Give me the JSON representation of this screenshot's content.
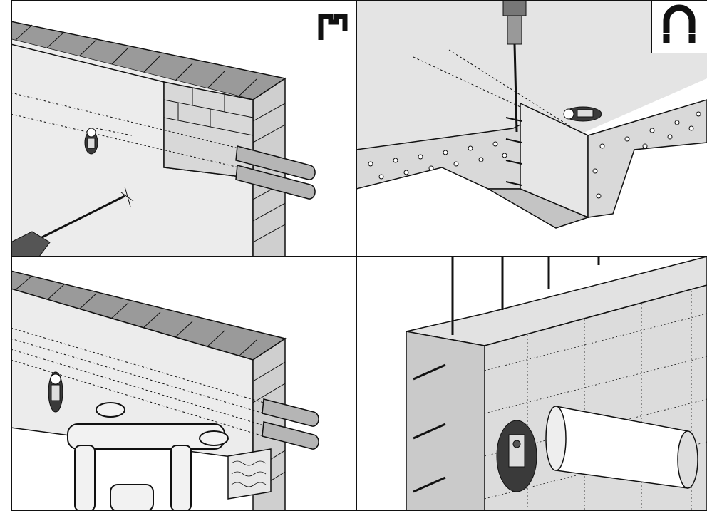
{
  "figure": {
    "panels": [
      {
        "id": "p1",
        "scene": "brick-wall-detector-scan-drilling",
        "badge_icon": "corner-hook-icon"
      },
      {
        "id": "p2",
        "scene": "metal-stud-detector-scan-drilling",
        "badge_icon": "magnet-icon"
      },
      {
        "id": "p3",
        "scene": "brick-wall-detector-scan-cored-drilling"
      },
      {
        "id": "p4",
        "scene": "concrete-block-detector-scan-core-drilling"
      }
    ],
    "colors": {
      "line": "#111111",
      "wall_face": "#ececec",
      "brick_top": "#9a9a9a",
      "brick_face": "#cfcfcf",
      "metal": "#d9d9d9",
      "concrete": "#dcdcdc",
      "pipe": "#b5b5b5",
      "device_body": "#3a3a3a"
    }
  }
}
